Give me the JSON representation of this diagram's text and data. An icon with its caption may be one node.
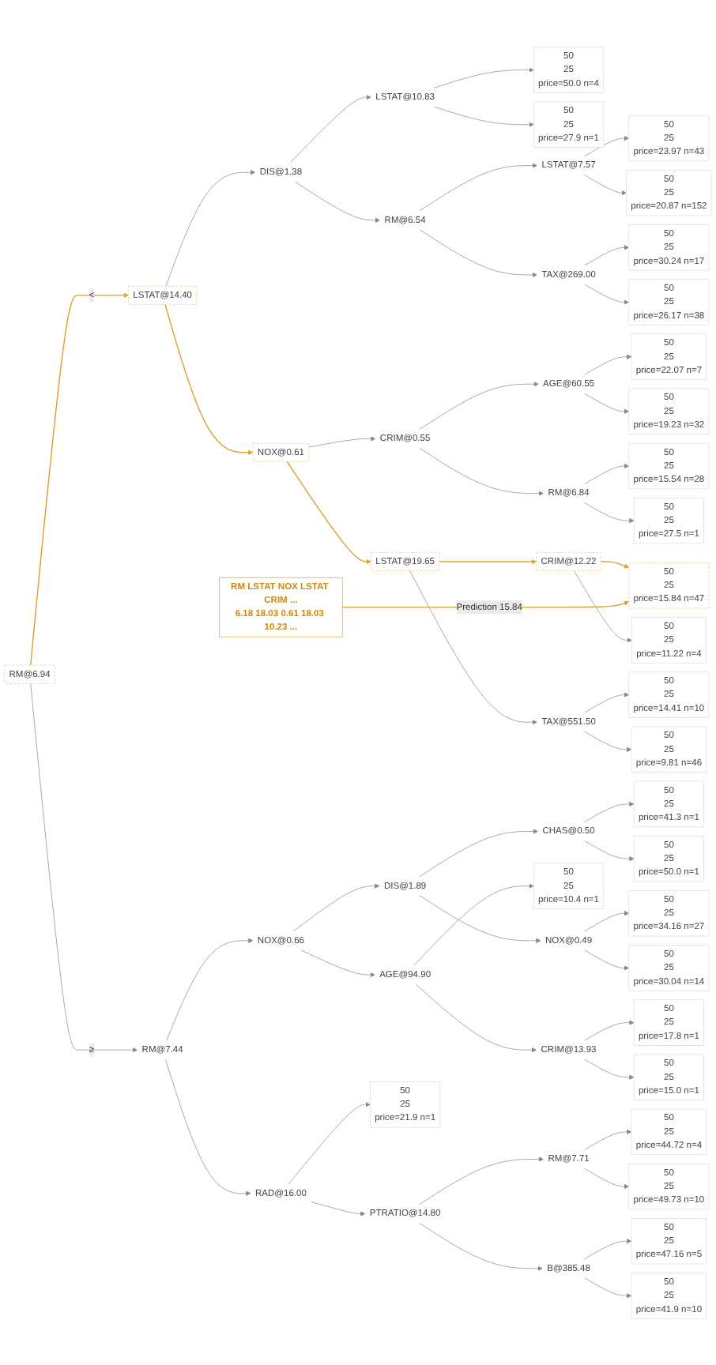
{
  "diagram": {
    "nodes": [
      {
        "text": [
          "RM@6.94"
        ]
      },
      {
        "text": [
          "LSTAT@14.40"
        ]
      },
      {
        "text": [
          "DIS@1.38"
        ]
      },
      {
        "text": [
          "LSTAT@10.83"
        ]
      },
      {
        "text": [
          "50",
          "25",
          "price=50.0 n=4"
        ]
      },
      {
        "text": [
          "50",
          "25",
          "price=27.9 n=1"
        ]
      },
      {
        "text": [
          "RM@6.54"
        ]
      },
      {
        "text": [
          "LSTAT@7.57"
        ]
      },
      {
        "text": [
          "50",
          "25",
          "price=23.97 n=43"
        ]
      },
      {
        "text": [
          "50",
          "25",
          "price=20.87 n=152"
        ]
      },
      {
        "text": [
          "TAX@269.00"
        ]
      },
      {
        "text": [
          "50",
          "25",
          "price=30.24 n=17"
        ]
      },
      {
        "text": [
          "50",
          "25",
          "price=26.17 n=38"
        ]
      },
      {
        "text": [
          "NOX@0.61"
        ]
      },
      {
        "text": [
          "CRIM@0.55"
        ]
      },
      {
        "text": [
          "AGE@60.55"
        ]
      },
      {
        "text": [
          "50",
          "25",
          "price=22.07 n=7"
        ]
      },
      {
        "text": [
          "50",
          "25",
          "price=19.23 n=32"
        ]
      },
      {
        "text": [
          "RM@6.84"
        ]
      },
      {
        "text": [
          "50",
          "25",
          "price=15.54 n=28"
        ]
      },
      {
        "text": [
          "50",
          "25",
          "price=27.5 n=1"
        ]
      },
      {
        "text": [
          "LSTAT@19.65"
        ]
      },
      {
        "text": [
          "CRIM@12.22"
        ]
      },
      {
        "text": [
          "50",
          "25",
          "price=15.84 n=47"
        ]
      },
      {
        "text": [
          "50",
          "25",
          "price=11.22 n=4"
        ]
      },
      {
        "text": [
          "TAX@551.50"
        ]
      },
      {
        "text": [
          "50",
          "25",
          "price=14.41 n=10"
        ]
      },
      {
        "text": [
          "50",
          "25",
          "price=9.81 n=46"
        ]
      },
      {
        "text": [
          "RM LSTAT NOX LSTAT CRIM ...",
          "6.18 18.03 0.61 18.03 10.23 ..."
        ]
      },
      {
        "text": [
          "RM@7.44"
        ]
      },
      {
        "text": [
          "NOX@0.66"
        ]
      },
      {
        "text": [
          "DIS@1.89"
        ]
      },
      {
        "text": [
          "CHAS@0.50"
        ]
      },
      {
        "text": [
          "50",
          "25",
          "price=41.3 n=1"
        ]
      },
      {
        "text": [
          "50",
          "25",
          "price=50.0 n=1"
        ]
      },
      {
        "text": [
          "NOX@0.49"
        ]
      },
      {
        "text": [
          "50",
          "25",
          "price=34.16 n=27"
        ]
      },
      {
        "text": [
          "50",
          "25",
          "price=30.04 n=14"
        ]
      },
      {
        "text": [
          "AGE@94.90"
        ]
      },
      {
        "text": [
          "50",
          "25",
          "price=10.4 n=1"
        ]
      },
      {
        "text": [
          "CRIM@13.93"
        ]
      },
      {
        "text": [
          "50",
          "25",
          "price=17.8 n=1"
        ]
      },
      {
        "text": [
          "50",
          "25",
          "price=15.0 n=1"
        ]
      },
      {
        "text": [
          "RAD@16.00"
        ]
      },
      {
        "text": [
          "PTRATIO@14.80"
        ]
      },
      {
        "text": [
          "RM@7.71"
        ]
      },
      {
        "text": [
          "50",
          "25",
          "price=44.72 n=4"
        ]
      },
      {
        "text": [
          "50",
          "25",
          "price=49.73 n=10"
        ]
      },
      {
        "text": [
          "B@385.48"
        ]
      },
      {
        "text": [
          "50",
          "25",
          "price=47.16 n=5"
        ]
      },
      {
        "text": [
          "50",
          "25",
          "price=41.9 n=10"
        ]
      },
      {
        "text": [
          "50",
          "25",
          "price=21.9 n=1"
        ]
      }
    ],
    "edges": [
      {
        "from": 0,
        "to": 1,
        "arrow": "to",
        "label": "<",
        "color": "#e0a030"
      },
      {
        "from": 1,
        "to": 2,
        "arrow": "to"
      },
      {
        "from": 2,
        "to": 3,
        "arrow": "to"
      },
      {
        "from": 3,
        "to": 4,
        "arrow": "to"
      },
      {
        "from": 3,
        "to": 5,
        "arrow": "to"
      },
      {
        "from": 2,
        "to": 6,
        "arrow": "to"
      },
      {
        "from": 6,
        "to": 7,
        "arrow": "to"
      },
      {
        "from": 7,
        "to": 8,
        "arrow": "to"
      },
      {
        "from": 7,
        "to": 9,
        "arrow": "to"
      },
      {
        "from": 6,
        "to": 10,
        "arrow": "to"
      },
      {
        "from": 10,
        "to": 11,
        "arrow": "to"
      },
      {
        "from": 10,
        "to": 12,
        "arrow": "to"
      },
      {
        "from": 1,
        "to": 13,
        "arrow": "to",
        "color": "#e0a030"
      },
      {
        "from": 13,
        "to": 14,
        "arrow": "to"
      },
      {
        "from": 14,
        "to": 15,
        "arrow": "to"
      },
      {
        "from": 15,
        "to": 16,
        "arrow": "to"
      },
      {
        "from": 15,
        "to": 17,
        "arrow": "to"
      },
      {
        "from": 14,
        "to": 18,
        "arrow": "to"
      },
      {
        "from": 18,
        "to": 19,
        "arrow": "to"
      },
      {
        "from": 18,
        "to": 20,
        "arrow": "to"
      },
      {
        "from": 13,
        "to": 21,
        "arrow": "to",
        "color": "#e0a030"
      },
      {
        "from": 21,
        "to": 22,
        "arrow": "to",
        "color": "#e0a030"
      },
      {
        "from": 22,
        "to": 23,
        "arrow": "to",
        "color": "#e0a030"
      },
      {
        "from": 22,
        "to": 24,
        "arrow": "to"
      },
      {
        "from": 21,
        "to": 25,
        "arrow": "to"
      },
      {
        "from": 25,
        "to": 26,
        "arrow": "to"
      },
      {
        "from": 25,
        "to": 27,
        "arrow": "to"
      },
      {
        "from": 28,
        "to": 23,
        "arrow": "to",
        "label": "Prediction 15.84",
        "color": "#e0a030"
      },
      {
        "from": 0,
        "to": 29,
        "arrow": "to",
        "label": "≥"
      },
      {
        "from": 29,
        "to": 30,
        "arrow": "to"
      },
      {
        "from": 30,
        "to": 31,
        "arrow": "to"
      },
      {
        "from": 31,
        "to": 32,
        "arrow": "to"
      },
      {
        "from": 32,
        "to": 33,
        "arrow": "to"
      },
      {
        "from": 32,
        "to": 34,
        "arrow": "to"
      },
      {
        "from": 31,
        "to": 35,
        "arrow": "to"
      },
      {
        "from": 35,
        "to": 36,
        "arrow": "to"
      },
      {
        "from": 35,
        "to": 37,
        "arrow": "to"
      },
      {
        "from": 30,
        "to": 38,
        "arrow": "to"
      },
      {
        "from": 38,
        "to": 40,
        "arrow": "to"
      },
      {
        "from": 40,
        "to": 41,
        "arrow": "to"
      },
      {
        "from": 40,
        "to": 42,
        "arrow": "to"
      },
      {
        "from": 38,
        "to": 39,
        "arrow": "to"
      },
      {
        "from": 29,
        "to": 43,
        "arrow": "to"
      },
      {
        "from": 43,
        "to": 51,
        "arrow": "to"
      },
      {
        "from": 43,
        "to": 44,
        "arrow": "to"
      },
      {
        "from": 44,
        "to": 45,
        "arrow": "to"
      },
      {
        "from": 45,
        "to": 46,
        "arrow": "to"
      },
      {
        "from": 45,
        "to": 47,
        "arrow": "to"
      },
      {
        "from": 44,
        "to": 48,
        "arrow": "to"
      },
      {
        "from": 48,
        "to": 49,
        "arrow": "to"
      },
      {
        "from": 48,
        "to": 50,
        "arrow": "to"
      }
    ]
  }
}
